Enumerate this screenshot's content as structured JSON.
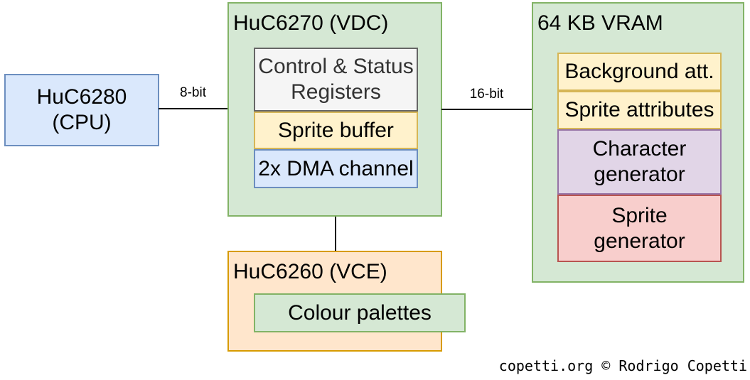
{
  "palette": {
    "blue_fill": "#dae8fc",
    "blue_stroke": "#6c8ebf",
    "green_fill": "#d5e8d4",
    "green_stroke": "#82b366",
    "yellow_fill": "#fff2cc",
    "yellow_stroke": "#d6b656",
    "orange_fill": "#ffe6cc",
    "orange_stroke": "#d79b00",
    "purple_fill": "#e1d5e7",
    "purple_stroke": "#9673a6",
    "red_fill": "#f8cecc",
    "red_stroke": "#b85450",
    "gray_fill": "#f5f5f5",
    "gray_stroke": "#666666",
    "line_color": "#000000",
    "background": "#ffffff"
  },
  "diagram": {
    "cpu": {
      "label": "HuC6280\n(CPU)"
    },
    "vdc": {
      "title": "HuC6270 (VDC)",
      "registers": "Control & Status\nRegisters",
      "sprite_buffer": "Sprite buffer",
      "dma": "2x DMA channel"
    },
    "vram": {
      "title": "64 KB VRAM",
      "background_att": "Background att.",
      "sprite_attributes": "Sprite attributes",
      "character_generator": "Character\ngenerator",
      "sprite_generator": "Sprite\ngenerator"
    },
    "vce": {
      "title": "HuC6260 (VCE)",
      "colour_palettes": "Colour palettes"
    },
    "buses": {
      "cpu_vdc": "8-bit",
      "vdc_vram": "16-bit"
    },
    "credit": "copetti.org © Rodrigo Copetti"
  }
}
